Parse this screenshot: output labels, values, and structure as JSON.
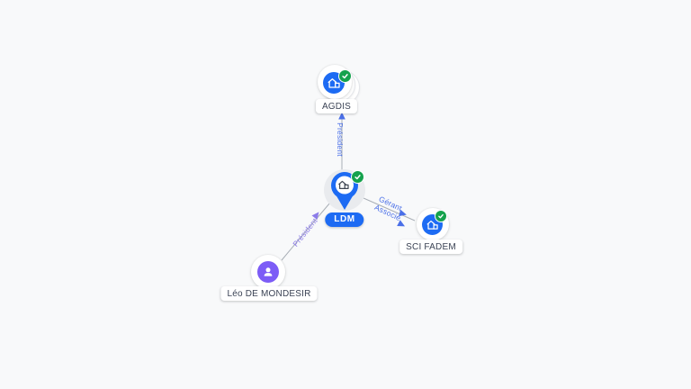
{
  "colors": {
    "background": "#f8f9fa",
    "company_blue": "#1d6bf3",
    "person_purple": "#7c5cf6",
    "verified_green": "#15a24d",
    "edge_gray": "#a9afb6",
    "company_edge_label": "#4a6fe8",
    "person_edge_label": "#8c7ce9",
    "label_text": "#3a4254"
  },
  "nodes": [
    {
      "id": "AGDIS",
      "label": "AGDIS",
      "type": "company",
      "icon": "building-icon",
      "verified": true
    },
    {
      "id": "LDM",
      "label": "LDM",
      "type": "company",
      "icon": "building-pin-icon",
      "verified": true,
      "focused": true
    },
    {
      "id": "SCI FADEM",
      "label": "SCI FADEM",
      "type": "company",
      "icon": "building-icon",
      "verified": true
    },
    {
      "id": "LEO DE MONDESIR",
      "label": "Léo DE MONDESIR",
      "type": "person",
      "icon": "person-icon",
      "verified": false
    }
  ],
  "edges": [
    {
      "source": "LDM",
      "target": "AGDIS",
      "label": "Président"
    },
    {
      "source": "Léo DE MONDESIR",
      "target": "LDM",
      "label": "Président"
    },
    {
      "source": "LDM",
      "target": "SCI FADEM",
      "label": "Gérant"
    },
    {
      "source": "LDM",
      "target": "SCI FADEM",
      "label": "Associé"
    }
  ]
}
